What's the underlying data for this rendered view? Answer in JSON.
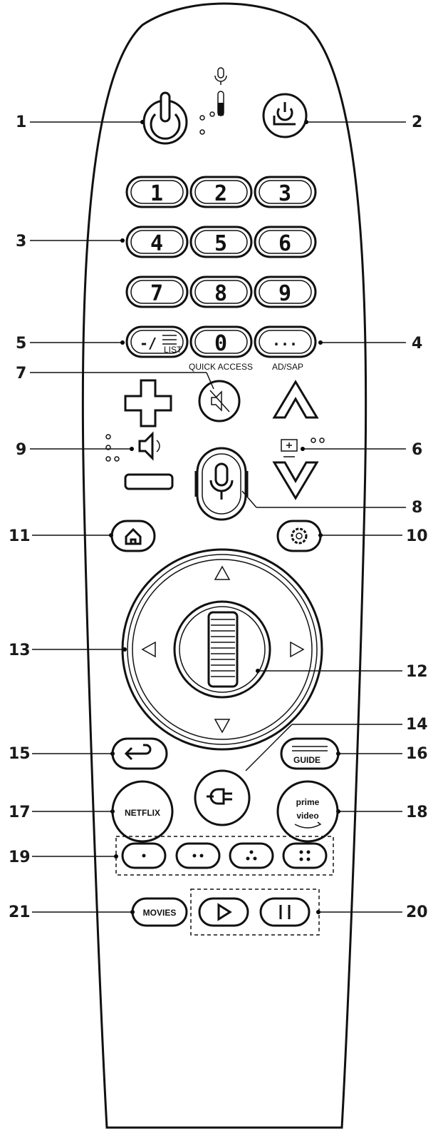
{
  "callouts": {
    "n1": "1",
    "n2": "2",
    "n3": "3",
    "n4": "4",
    "n5": "5",
    "n6": "6",
    "n7": "7",
    "n8": "8",
    "n9": "9",
    "n10": "10",
    "n11": "11",
    "n12": "12",
    "n13": "13",
    "n14": "14",
    "n15": "15",
    "n16": "16",
    "n17": "17",
    "n18": "18",
    "n19": "19",
    "n20": "20",
    "n21": "21"
  },
  "digits": [
    "1",
    "2",
    "3",
    "4",
    "5",
    "6",
    "7",
    "8",
    "9",
    "0"
  ],
  "labels": {
    "list": "LIST",
    "dash_slash": "-/",
    "quick_access": "QUICK ACCESS",
    "ad_sap": "AD/SAP",
    "more_dots": "...",
    "guide": "GUIDE",
    "netflix": "NETFLIX",
    "prime1": "prime",
    "prime2": "video",
    "movies": "MOVIES"
  },
  "icons": [
    "power-icon",
    "input-power-icon",
    "mute-icon",
    "volume-up-icon",
    "volume-down-icon",
    "channel-up-icon",
    "channel-down-icon",
    "microphone-icon",
    "home-icon",
    "settings-icon",
    "back-icon",
    "input-icon",
    "play-icon",
    "pause-icon"
  ]
}
